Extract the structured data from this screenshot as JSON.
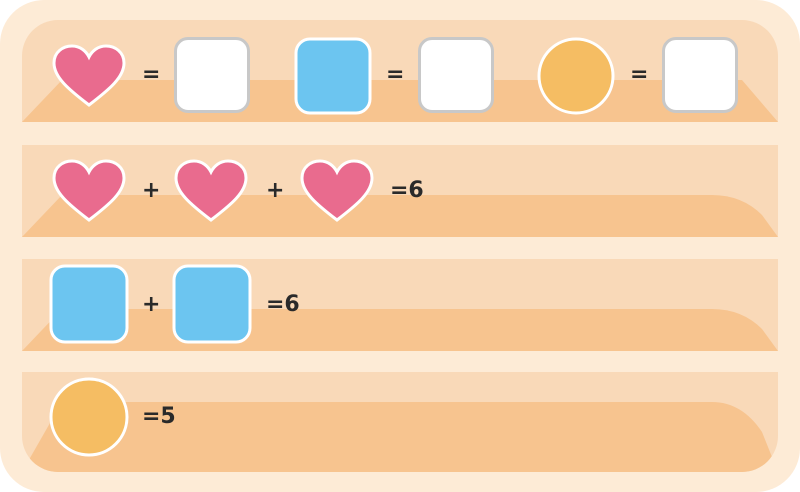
{
  "puzzle": {
    "legend": [
      {
        "shape": "heart-icon",
        "equals": "=",
        "answer": ""
      },
      {
        "shape": "square-icon",
        "equals": "=",
        "answer": ""
      },
      {
        "shape": "circle-icon",
        "equals": "=",
        "answer": ""
      }
    ],
    "equations": [
      {
        "shapes": [
          "heart-icon",
          "heart-icon",
          "heart-icon"
        ],
        "operator": "+",
        "result": "=6"
      },
      {
        "shapes": [
          "square-icon",
          "square-icon"
        ],
        "operator": "+",
        "result": "=6"
      },
      {
        "shapes": [
          "circle-icon"
        ],
        "operator": "",
        "result": "=5"
      }
    ]
  },
  "colors": {
    "heart": "#e96b8e",
    "square": "#6cc5f0",
    "circle": "#f5bd63",
    "board": "#fdebd6",
    "shelf": "#f9d9b8",
    "shelf_stripe": "#f7c48f"
  }
}
